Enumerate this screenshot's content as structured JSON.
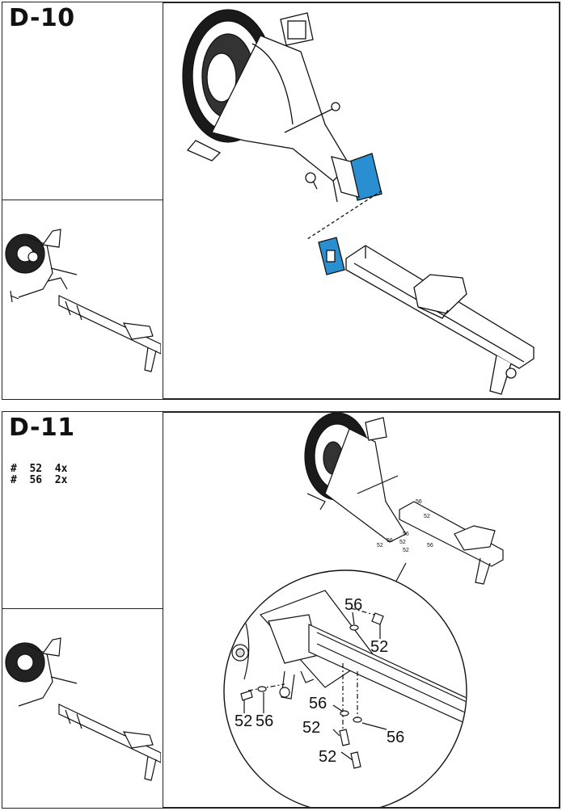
{
  "steps": [
    {
      "title": "D-10"
    },
    {
      "title": "D-11",
      "parts": [
        {
          "hash": "#",
          "part": "52",
          "qty": "4x"
        },
        {
          "hash": "#",
          "part": "56",
          "qty": "2x"
        }
      ]
    }
  ],
  "callouts": {
    "top_56": "56",
    "top_52": "52",
    "left_52": "52",
    "left_56": "56",
    "mid_56": "56",
    "mid_52": "52",
    "right_56": "56",
    "bottom_52": "52"
  },
  "small_labels": [
    "56",
    "52",
    "56",
    "52",
    "52",
    "56",
    "52",
    "56"
  ],
  "colors": {
    "highlight": "#2a8fd0"
  }
}
